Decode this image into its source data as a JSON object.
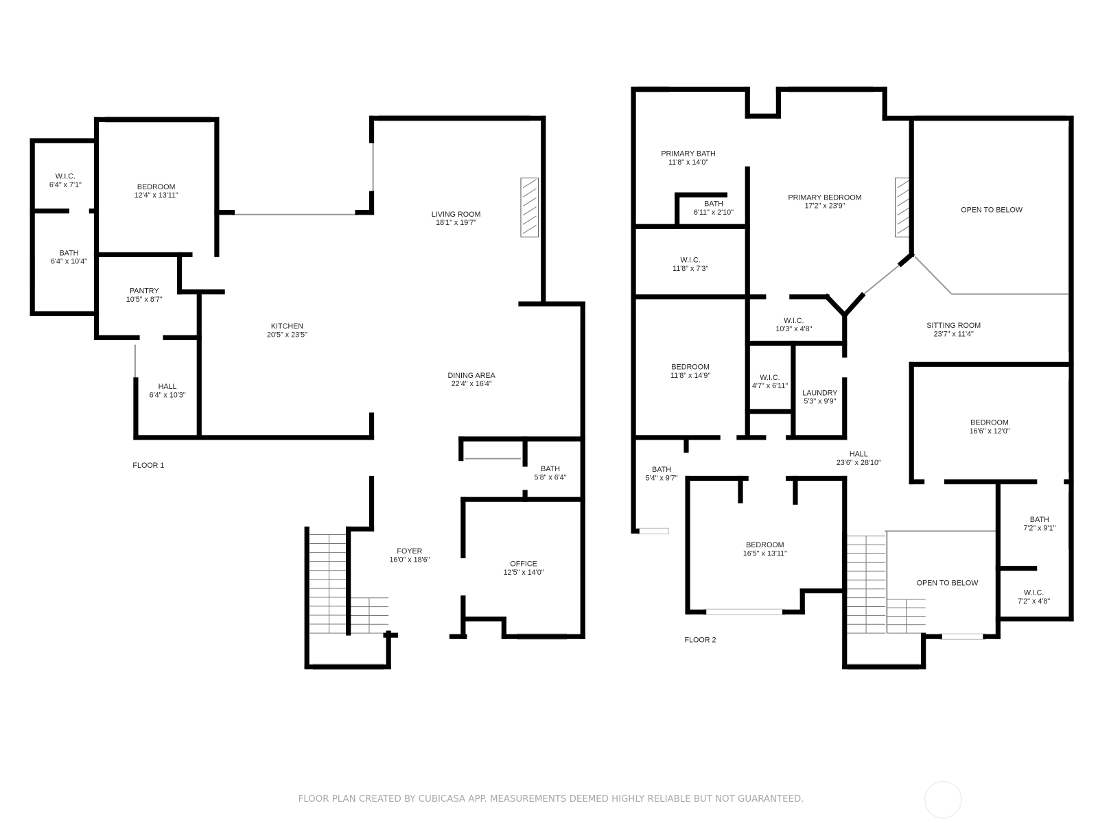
{
  "floors": [
    {
      "label": "FLOOR 1",
      "rooms": [
        {
          "name": "W.I.C.",
          "dims": "6'4\" x 7'1\""
        },
        {
          "name": "BEDROOM",
          "dims": "12'4\" x 13'11\""
        },
        {
          "name": "BATH",
          "dims": "6'4\" x 10'4\""
        },
        {
          "name": "PANTRY",
          "dims": "10'5\" x 8'7\""
        },
        {
          "name": "KITCHEN",
          "dims": "20'5\" x 23'5\""
        },
        {
          "name": "LIVING ROOM",
          "dims": "18'1\" x 19'7\""
        },
        {
          "name": "DINING AREA",
          "dims": "22'4\" x 16'4\""
        },
        {
          "name": "HALL",
          "dims": "6'4\" x 10'3\""
        },
        {
          "name": "BATH",
          "dims": "5'8\" x 6'4\""
        },
        {
          "name": "FOYER",
          "dims": "16'0\" x 18'6\""
        },
        {
          "name": "OFFICE",
          "dims": "12'5\" x 14'0\""
        }
      ]
    },
    {
      "label": "FLOOR 2",
      "rooms": [
        {
          "name": "PRIMARY BATH",
          "dims": "11'8\" x 14'0\""
        },
        {
          "name": "BATH",
          "dims": "6'11\" x 2'10\""
        },
        {
          "name": "PRIMARY BEDROOM",
          "dims": "17'2\" x 23'9\""
        },
        {
          "name": "OPEN TO BELOW",
          "dims": ""
        },
        {
          "name": "W.I.C.",
          "dims": "11'8\" x 7'3\""
        },
        {
          "name": "W.I.C.",
          "dims": "10'3\" x 4'8\""
        },
        {
          "name": "SITTING ROOM",
          "dims": "23'7\" x 11'4\""
        },
        {
          "name": "BEDROOM",
          "dims": "11'8\" x 14'9\""
        },
        {
          "name": "W.I.C.",
          "dims": "4'7\" x 6'11\""
        },
        {
          "name": "LAUNDRY",
          "dims": "5'3\" x 9'9\""
        },
        {
          "name": "BEDROOM",
          "dims": "16'6\" x 12'0\""
        },
        {
          "name": "HALL",
          "dims": "23'6\" x 28'10\""
        },
        {
          "name": "BATH",
          "dims": "5'4\" x 9'7\""
        },
        {
          "name": "BATH",
          "dims": "7'2\" x 9'1\""
        },
        {
          "name": "BEDROOM",
          "dims": "16'5\" x 13'11\""
        },
        {
          "name": "OPEN TO BELOW",
          "dims": ""
        },
        {
          "name": "W.I.C.",
          "dims": "7'2\" x 4'8\""
        }
      ]
    }
  ],
  "footer": "FLOOR PLAN CREATED BY CUBICASA APP. MEASUREMENTS DEEMED HIGHLY RELIABLE BUT NOT GUARANTEED.",
  "colors": {
    "wall": "#000000",
    "text": "#222222",
    "footer": "#a9a9a9",
    "window": "#bbbbbb"
  }
}
